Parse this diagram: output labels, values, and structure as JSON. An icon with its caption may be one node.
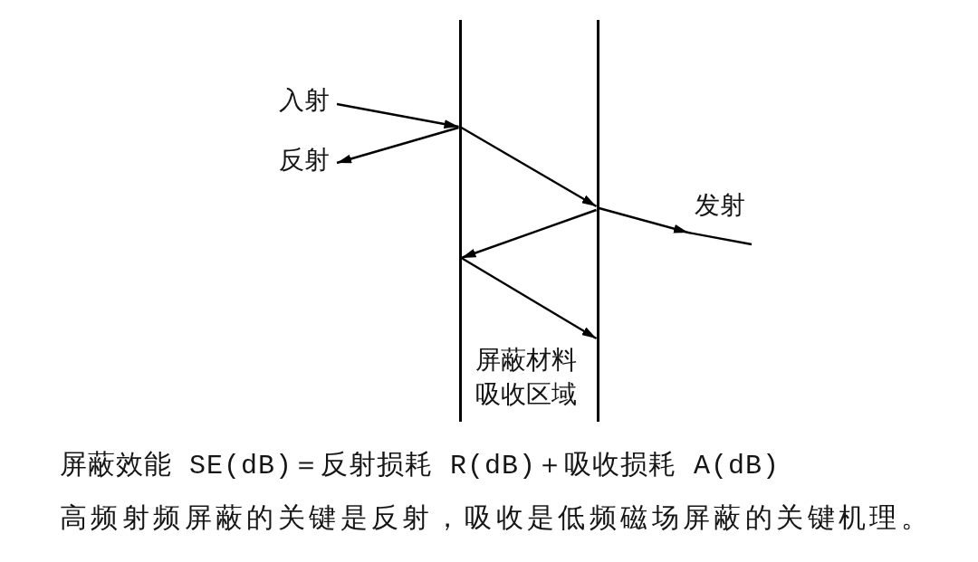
{
  "diagram": {
    "nodes": [
      {
        "text": [
          "入射"
        ]
      },
      {
        "text": [
          "反射"
        ]
      },
      {
        "text": [],
        "shape": "bar"
      },
      {
        "text": [],
        "shape": "bar"
      }
    ],
    "edges": [
      {
        "from": 0,
        "to": 2,
        "arrow": "to"
      },
      {
        "from": 2,
        "to": 1,
        "arrow": "to"
      },
      {
        "from": 2,
        "to": 3,
        "arrow": "to"
      },
      {
        "from": 3,
        "to": 2,
        "arrow": "to"
      },
      {
        "from": 2,
        "to": 3,
        "arrow": "to"
      },
      {
        "from": 3,
        "to": null,
        "arrow": "to",
        "label": "发射"
      }
    ],
    "labels": [
      "屏蔽材料吸收区域",
      "屏蔽效能 SE(dB)＝反射损耗 R(dB)＋吸收损耗 A(dB)",
      "高频射频屏蔽的关键是反射，吸收是低频磁场屏蔽的关键机理。"
    ]
  }
}
